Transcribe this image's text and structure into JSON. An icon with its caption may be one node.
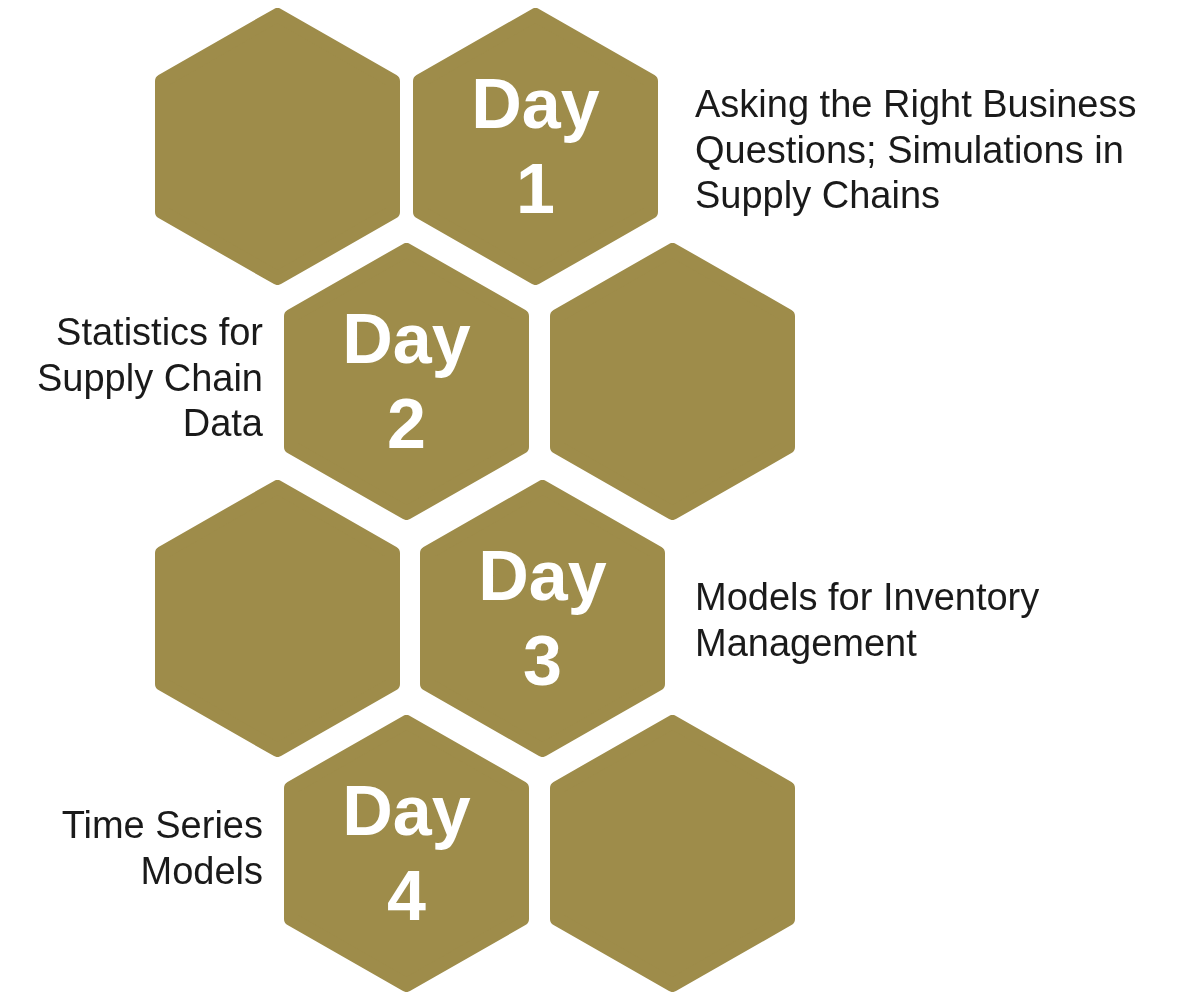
{
  "diagram": {
    "nodes": [
      {
        "text": [],
        "shape": "hexagon"
      },
      {
        "text": [
          "Day 1"
        ],
        "beside": [
          "Asking the Right Business Questions; Simulations in Supply Chains"
        ]
      },
      {
        "text": [
          "Day 2"
        ],
        "beside": [
          "Statistics for Supply Chain Data"
        ]
      },
      {
        "text": [],
        "shape": "hexagon"
      },
      {
        "text": [],
        "shape": "hexagon"
      },
      {
        "text": [
          "Day 3"
        ],
        "beside": [
          "Models for Inventory Management"
        ]
      },
      {
        "text": [
          "Day 4"
        ],
        "beside": [
          "Time Series Models"
        ]
      },
      {
        "text": [],
        "shape": "hexagon"
      }
    ]
  }
}
